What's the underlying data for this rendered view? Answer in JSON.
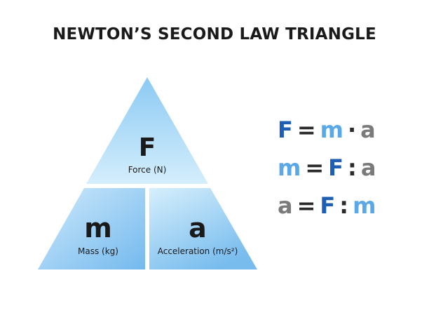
{
  "title": "NEWTON’S SECOND LAW TRIANGLE",
  "colors": {
    "force": "#1e5fb4",
    "mass": "#5aa9e6",
    "acceleration": "#7a7a7a",
    "operator": "#2a2a2a",
    "triangle_light": "#c9e8fa",
    "triangle_dark": "#6fb6ec"
  },
  "triangle": {
    "top": {
      "symbol": "F",
      "label": "Force (N)"
    },
    "bottom_left": {
      "symbol": "m",
      "label": "Mass (kg)"
    },
    "bottom_right": {
      "symbol": "a",
      "label": "Acceleration (m/s²)"
    }
  },
  "equations": [
    {
      "lhs": "F",
      "op1": "=",
      "t1": "m",
      "op2": "·",
      "t2": "a"
    },
    {
      "lhs": "m",
      "op1": "=",
      "t1": "F",
      "op2": ":",
      "t2": "a"
    },
    {
      "lhs": "a",
      "op1": "=",
      "t1": "F",
      "op2": ":",
      "t2": "m"
    }
  ]
}
